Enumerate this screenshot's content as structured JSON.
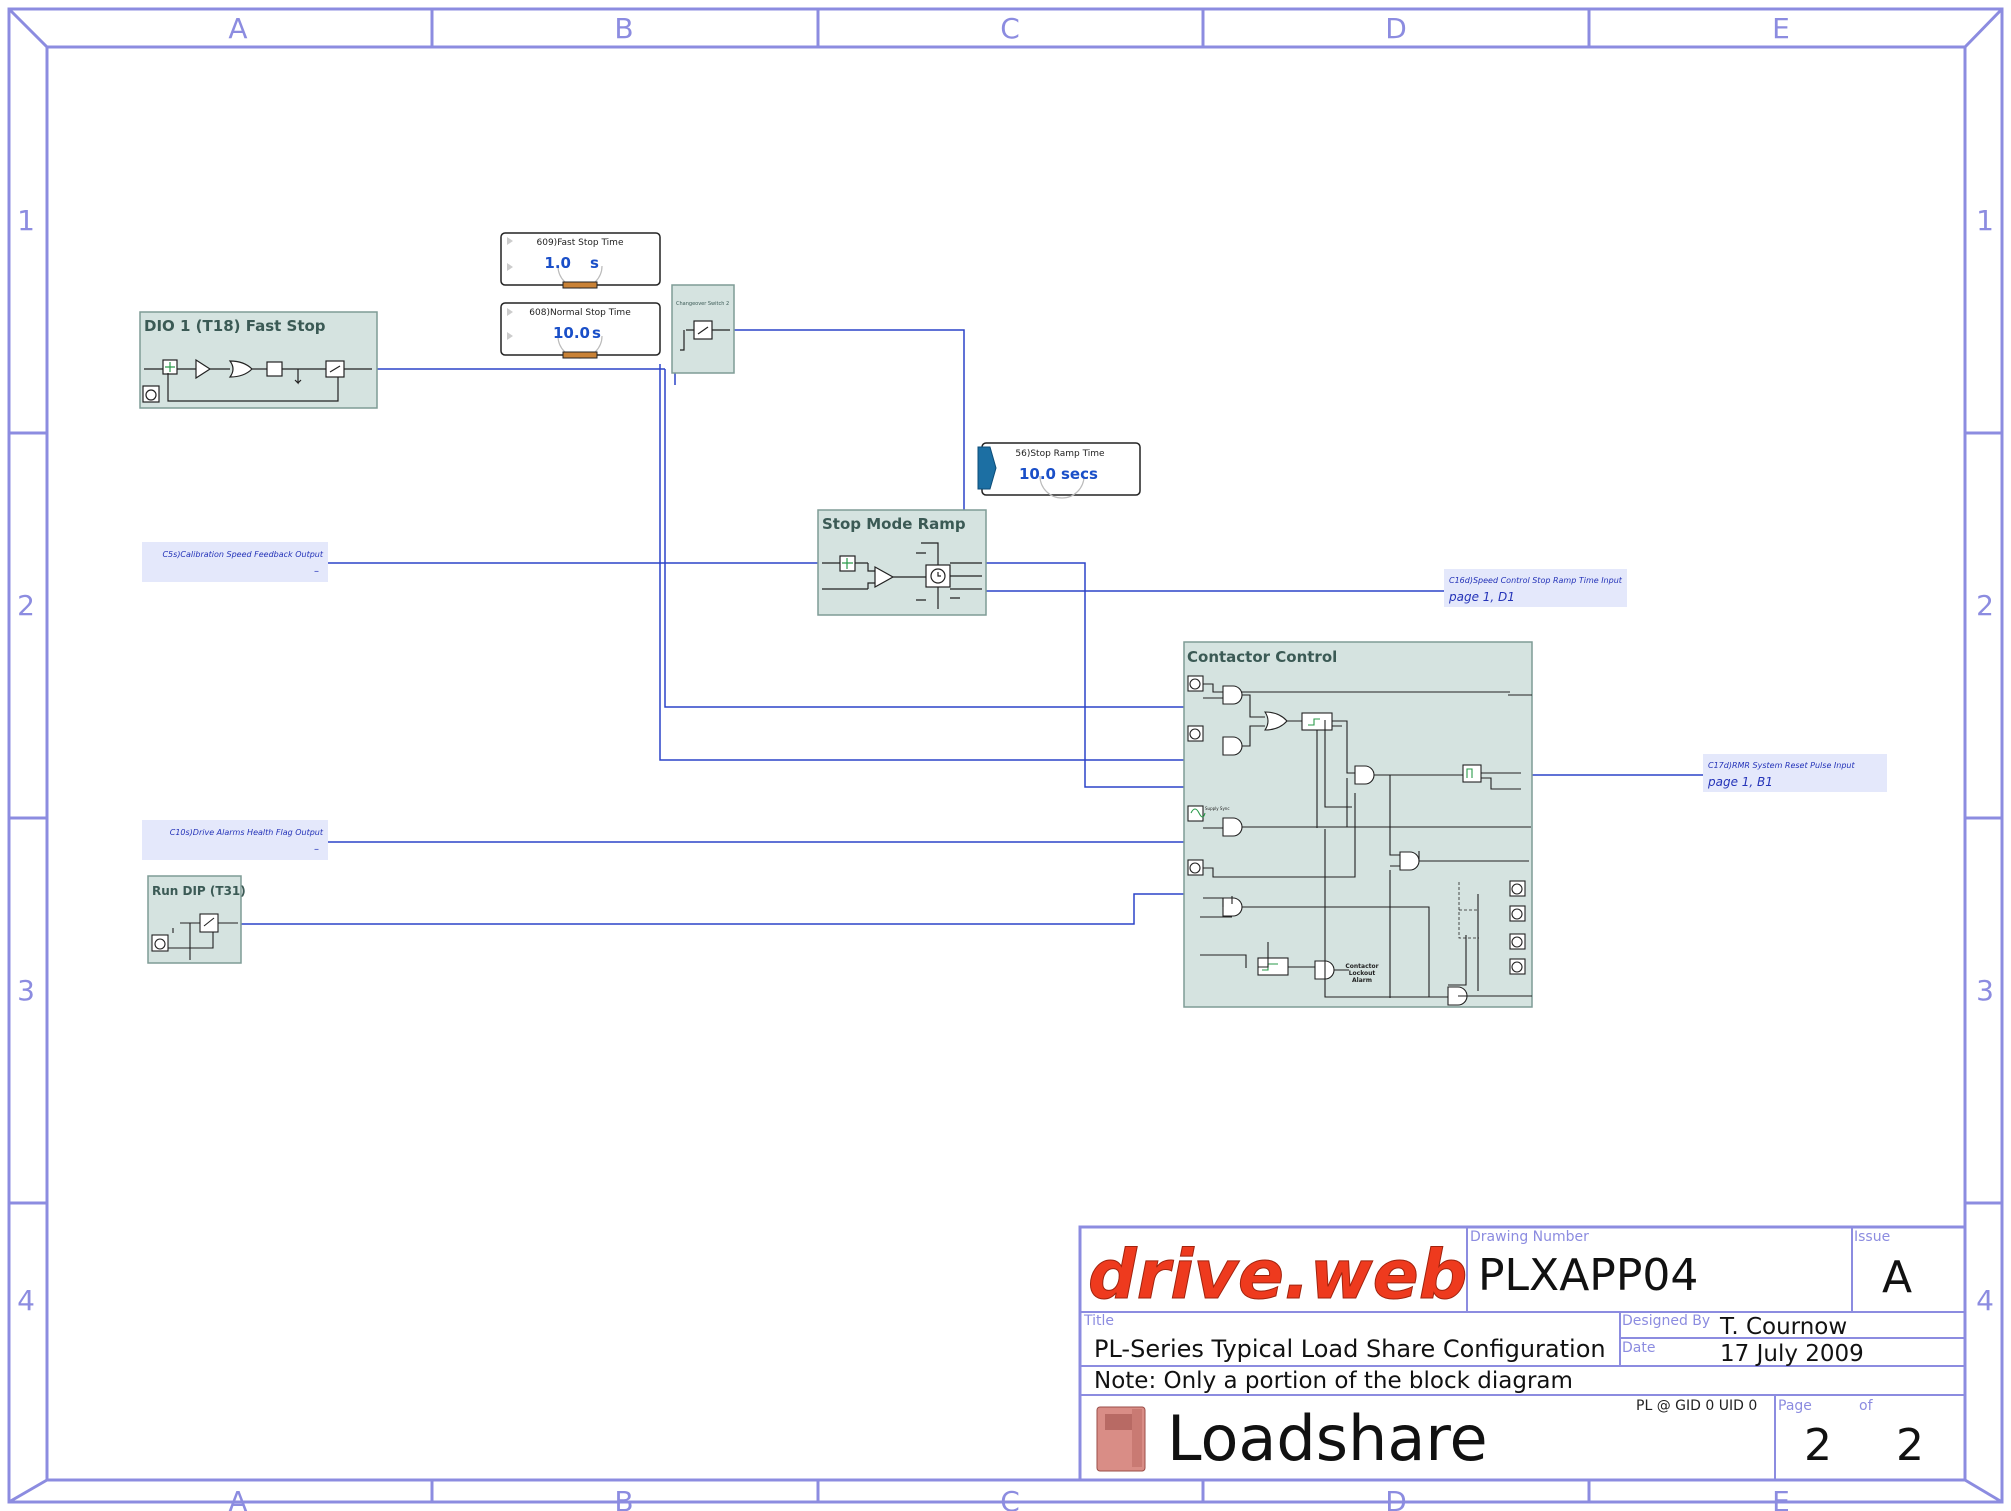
{
  "frame": {
    "columns": [
      "A",
      "B",
      "C",
      "D",
      "E"
    ],
    "rows": [
      "1",
      "2",
      "3",
      "4"
    ],
    "border_color": "#8c8ce0"
  },
  "params": {
    "fast_stop": {
      "label": "609)Fast Stop Time",
      "value": "1.0",
      "unit": "s"
    },
    "normal_stop": {
      "label": "608)Normal Stop Time",
      "value": "10.0",
      "unit": "s"
    },
    "stop_ramp": {
      "label": "56)Stop Ramp Time",
      "value": "10.0",
      "unit": "secs"
    }
  },
  "blocks": {
    "dio1": "DIO 1 (T18) Fast Stop",
    "changeover": "Changeover Switch 2",
    "stop_mode_ramp": "Stop Mode Ramp",
    "contactor": "Contactor Control",
    "run_dip": "Run DIP (T31)"
  },
  "connectors": {
    "c5s": {
      "label": "C5s)Calibration Speed Feedback Output",
      "value": "–"
    },
    "c10s": {
      "label": "C10s)Drive Alarms Health Flag Output",
      "value": "–"
    },
    "c16d": {
      "label": "C16d)Speed Control Stop Ramp Time Input",
      "ref": "page 1, D1"
    },
    "c17d": {
      "label": "C17d)RMR System Reset Pulse Input",
      "ref": "page 1, B1"
    }
  },
  "contactor_labels": {
    "supply_sync": "Supply Sync",
    "contactor_alarm_1": "Contactor",
    "contactor_alarm_2": "Lockout",
    "contactor_alarm_3": "Alarm"
  },
  "title_block": {
    "logo": "drive.web",
    "drawing_number_label": "Drawing Number",
    "drawing_number": "PLXAPP04",
    "issue_label": "Issue",
    "issue": "A",
    "title_label": "Title",
    "title_line1": "PL-Series Typical Load Share Configuration",
    "title_line2": "Note: Only a portion of the block diagram",
    "designed_by_label": "Designed By",
    "designed_by": "T. Cournow",
    "date_label": "Date",
    "date": "17 July 2009",
    "device_id": "PL @ GID 0 UID 0",
    "page_label": "Page",
    "of_label": "of",
    "page": "2",
    "of": "2",
    "name": "Loadshare"
  },
  "colors": {
    "wire": "#2c43c8",
    "block_fill": "#d5e3e0",
    "block_stroke": "#7f9c95",
    "value_text": "#1a4fc8",
    "connector_fill": "#e4e8fb",
    "connector_text": "#2433b8",
    "logo_red": "#ee3a1e"
  }
}
